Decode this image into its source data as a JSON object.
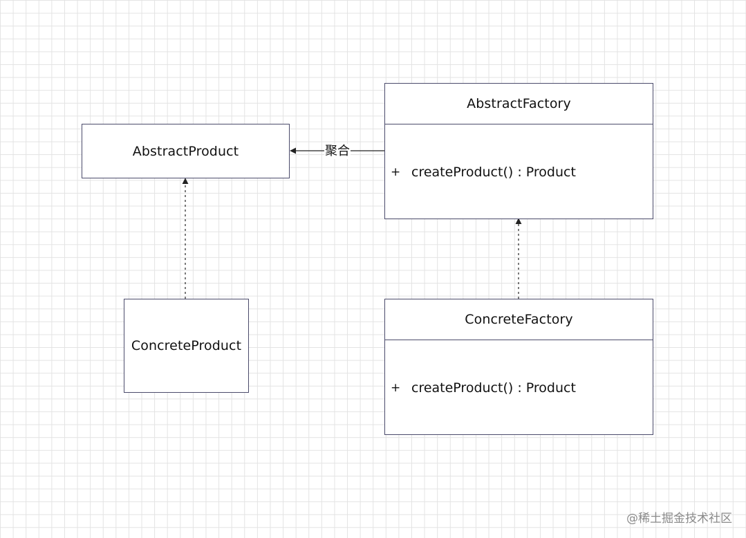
{
  "diagram": {
    "classes": {
      "abstract_product": {
        "name": "AbstractProduct"
      },
      "concrete_product": {
        "name": "ConcreteProduct"
      },
      "abstract_factory": {
        "name": "AbstractFactory",
        "operation": {
          "visibility": "+",
          "signature": "createProduct() : Product"
        }
      },
      "concrete_factory": {
        "name": "ConcreteFactory",
        "operation": {
          "visibility": "+",
          "signature": "createProduct() : Product"
        }
      }
    },
    "relations": {
      "aggregation_label": "聚合"
    }
  },
  "watermark": "@稀土掘金技术社区",
  "colors": {
    "grid": "#e3e3e3",
    "border": "#4a4a6a",
    "line": "#222222"
  }
}
